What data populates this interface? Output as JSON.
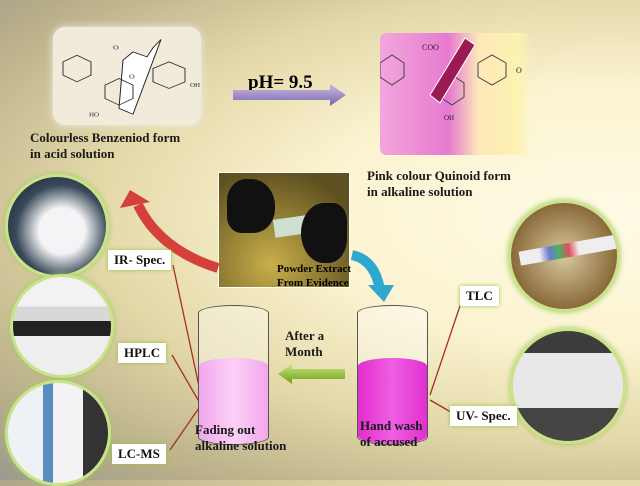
{
  "top": {
    "ph_label": "pH= 9.5",
    "benzenoid_caption": [
      "Colourless  Benzeniod  form",
      "in acid solution"
    ],
    "quinoid_caption": [
      "Pink colour Quinoid  form",
      "in alkaline  solution"
    ],
    "benzenoid_atoms": {
      "o1": "O",
      "o2": "O",
      "oh": "OH",
      "ho": "HO"
    },
    "quinoid_atoms": {
      "coo": "COO",
      "o": "O",
      "oh": "OH"
    }
  },
  "middle": {
    "powder_caption": [
      "Powder Extract",
      "From Evidence"
    ],
    "after_caption": [
      "After a",
      "Month"
    ]
  },
  "beakers": {
    "left_caption": [
      "Fading out",
      "alkaline  solution"
    ],
    "right_caption": [
      "Hand wash",
      "of  accused"
    ]
  },
  "instruments": {
    "left": [
      "IR- Spec.",
      "HPLC",
      "LC-MS"
    ],
    "right": [
      "TLC",
      "UV- Spec."
    ]
  },
  "colors": {
    "magenta": "#e83fd6",
    "light_pink": "#f6b8ef",
    "red_line": "#a3302b",
    "green_arrow": "#8fbf2e",
    "purple_arrow": "#9b88c4"
  }
}
